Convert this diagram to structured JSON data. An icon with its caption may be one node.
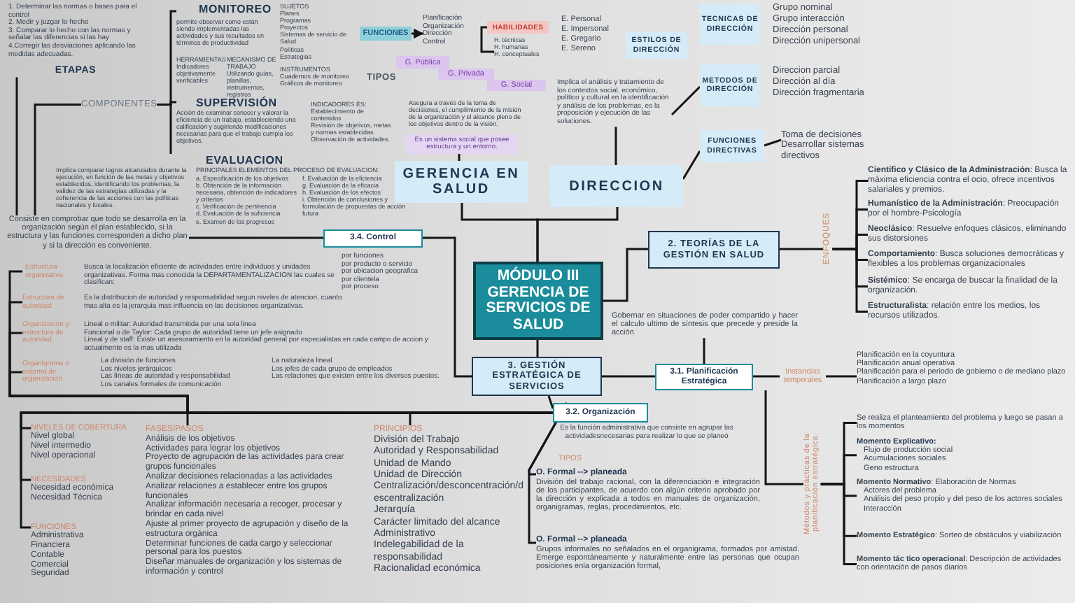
{
  "diagram": {
    "nodes": [
      {
        "text": [
          "MÓDULO III GERENCIA DE SERVICIOS DE SALUD"
        ]
      },
      {
        "text": [
          "GERENCIA EN SALUD"
        ]
      },
      {
        "text": [
          "DIRECCION"
        ]
      },
      {
        "text": [
          "2. TEORÍAS DE LA GESTIÓN EN SALUD"
        ]
      },
      {
        "text": [
          "3. GESTIÓN ESTRATÉGICA DE SERVICIOS"
        ]
      },
      {
        "text": [
          "3.4. Control"
        ]
      },
      {
        "text": [
          "3.1. Planificación Estratégica"
        ]
      },
      {
        "text": [
          "3.2. Organización"
        ],
        "beside": [
          "Es la función administrativa que consiste en agrupar las actividadesnecesarias para realizar lo que se planeó"
        ]
      },
      {
        "text": [
          "FUNCIONES"
        ]
      },
      {
        "text": [
          "Planificación",
          "Organización",
          "Dirección",
          "Control"
        ]
      },
      {
        "text": [
          "HABILIDADES"
        ]
      },
      {
        "text": [
          "H. técnicas",
          "H. humanas",
          "H. conceptuales"
        ]
      },
      {
        "text": [
          "G. Pública"
        ]
      },
      {
        "text": [
          "G. Privada"
        ]
      },
      {
        "text": [
          "G. Social"
        ]
      },
      {
        "text": [
          "Es un sistema social que posee estructura y un entorno."
        ],
        "beside": [
          "Asegura a través de la toma de decisiones, el cumplimiento de la misión de la organización y el alcance pleno de los objetivos dentro de la visión."
        ]
      },
      {
        "text": [
          "ESTILOS DE DIRECCIÓN"
        ],
        "beside": [
          "E. Personal",
          "E. Impersonal",
          "E. Gregario",
          "E. Sereno"
        ]
      },
      {
        "text": [
          "Implica el análisis y tratamiento de los contextos social, económico, político y cultural en la identificación y análisis de los problemas, es la proposición y ejecución de las soluciones."
        ]
      },
      {
        "text": [
          "TECNICAS DE DIRECCIÓN"
        ],
        "beside": [
          "Grupo nominal",
          "Grupo interacción",
          "Dirección personal",
          "Dirección unipersonal"
        ]
      },
      {
        "text": [
          "METODOS DE DIRECCIÓN"
        ],
        "beside": [
          "Direccion parcial",
          "Dirección al día",
          "Dirección fragmentaria"
        ]
      },
      {
        "text": [
          "FUNCIONES DIRECTIVAS"
        ]
      },
      {
        "text": [
          "Toma de decisiones",
          "Desarrollar sistemas directivos"
        ]
      },
      {
        "text": [
          "ENFOQUES"
        ]
      },
      {
        "text": [
          "**Científico y Clásico de la Administración**: Busca la máxima eficiencia contra el ocio, ofrece incentivos salariales y premios."
        ]
      },
      {
        "text": [
          "**Humanístico de la Administración**: Preocupación por el hombre-Psicología"
        ]
      },
      {
        "text": [
          "**Neoclásico**: Resuelve enfoques clásicos, eliminando sus distorsiones"
        ]
      },
      {
        "text": [
          "**Comportamiento**: Busca soluciones democráticas y flexibles a los problemas organizacionales"
        ]
      },
      {
        "text": [
          "**Sistémico**: Se encarga de buscar la finalidad de la organización."
        ]
      },
      {
        "text": [
          "**Estructuralista**: relación entre los medios, los recursos utilizados."
        ]
      },
      {
        "text": [
          "Gobernar en situaciones de poder compartido y hacer el calculo ultimo de síntesis que precede y preside la acción"
        ]
      },
      {
        "text": [
          "Instancias temporales"
        ]
      },
      {
        "text": [
          "Planificación en la coyuntura",
          "Planificación anual operativa",
          "Planificación para el periodo de gobierno o de mediano plazo",
          "Planificación a largo plazo"
        ]
      },
      {
        "text": [
          "Métodos y prácticas de la planificación estratégica"
        ]
      },
      {
        "text": [
          "Se realiza el planteamiento del problema y luego se pasan a los momentos"
        ]
      },
      {
        "text": [
          "Momento Explicativo:",
          "Flujo de producción social",
          "Acumulaciones sociales",
          "Geno estructura"
        ]
      },
      {
        "text": [
          "**Momento Normativo**: Elaboración de Normas",
          "Actores del problema",
          "Análisis del peso propio y del peso de los actores sociales",
          "Interacción"
        ]
      },
      {
        "text": [
          "**Momento Estratégico**: Sorteo de obstáculos y viabilización"
        ]
      },
      {
        "text": [
          "**Momento tác tico operacional**: Descripción de actividades con orientación de pasos diarios"
        ]
      },
      {
        "text": [
          "O. Formal --> planeada",
          "División del trabajo racional, con la diferenciación e integración de los participantes, de acuerdo con algún criterio aprobado por la dirección y explicada a todos en manuales de organización, organigramas, reglas, procedimientos, etc."
        ]
      },
      {
        "text": [
          "O. Formal --> planeada",
          "Grupos informales no señalados en el organigrama, formados por amistad. Emerge espontáneamente y naturalmente entre las personas que ocupan posiciones enla organización formal,"
        ]
      },
      {
        "text": [
          "PRINCIPIOS",
          "División del Trabajo",
          "Autoridad y Responsabilidad",
          "Unidad de Mando",
          "Unidad de Dirección",
          "Centralización/desconcentración/descentralización",
          "Jerarquía",
          "Carácter limitado del alcance Administrativo",
          "Indelegabilidad de la responsabilidad",
          "Racionalidad económica"
        ]
      },
      {
        "text": [
          "FASES/PASOS",
          "Análisis de los objetivos",
          "Actividades para lograr los objetivos",
          "Proyecto de agrupación de las actividades para crear grupos funcionales",
          "Analizar decisiones relacionadas a las actividades",
          "Analizar relaciones a establecer entre los grupos funcionales",
          "Analizar información necesaria a recoger, procesar y brindar en cada nivel",
          "Ajuste al primer proyecto de agrupación y diseño de la estructura orgánica",
          "Determinar funciones de cada cargo y seleccionar personal para los puestos",
          "Diseñar manuales de organización y los sistemas de información y control"
        ]
      },
      {
        "text": [
          "NIVELES DE COBERTURA",
          "Nivel global",
          "Nivel intermedio",
          "Nivel operacional"
        ]
      },
      {
        "text": [
          "NECESIDADES",
          "Necesidad económica",
          "Necesidad Técnica"
        ]
      },
      {
        "text": [
          "FUNCIONES",
          "Administrativa",
          "Financiera",
          "Contable",
          "Comercial",
          "Seguridad"
        ]
      },
      {
        "text": [
          "Estructura organizativa",
          "Busca la localización eficiente de actividades entre individuos y unidades organizativas. Forma mas conocida la DEPARTAMENTALIZACION las cuales se clasifican:",
          "por funciones",
          "por producto o servicio",
          "por ubicacion geografica",
          "por clientela",
          "por proceso"
        ]
      },
      {
        "text": [
          "Estructura de autoridad",
          "Es la distribucion de autoridad y responsabilidad segun niveles de atencion, cuanto mas alta es la jerarquia mas influencia en las decisiones organizativas."
        ]
      },
      {
        "text": [
          "Organización y estructura de autoridad",
          "Lineal o militar: Autoridad transmitida por una sola linea",
          "Funcional o de Taylor: Cada grupo de autoridad tiene un jefe asignado",
          "Lineal y de staff: Existe un asesoramiento en la autoridad general por especialistas en cada campo de accion y actualmente es la mas utilizada"
        ]
      },
      {
        "text": [
          "Organigrama o sistema de organización",
          "La división de funciones",
          "Los niveles jerárquicos",
          "Las líneas de autoridad y responsabilidad",
          "Los canales formales de comunicación",
          "La naturaleza lineal",
          "Los jefes de cada grupo de empleados",
          "Las relaciones que existen entre los diversos puestos."
        ]
      },
      {
        "text": [
          "Consiste en comprobar que todo se desarrolla en la organización según el plan establecido, si la estructura y las funciones corresponden a dicho plan y si la dirección es conveniente."
        ]
      },
      {
        "text": [
          "1. Determinar las normas o bases para el control",
          "2. Medir y juzgar lo hecho",
          "3. Comparar lo hecho con las normas y señalar las diferencias si las hay",
          "4.Corregir las desviaciones aplicando las medidas adecuadas.",
          "ETAPAS"
        ]
      },
      {
        "text": [
          "COMPONENTES"
        ]
      },
      {
        "text": [
          "MONITOREO",
          "permite observar como están siendo implementadas las actividades y sus resultados en términos de productividad",
          "HERRAMIENTAS Indicadores objetivamente verificables",
          "MECANISMO DE TRABAJO Utilizando guías, planillas, instrumentos, registros",
          "SUJETOS",
          "Planes",
          "Programas",
          "Proyectos",
          "Sistemas de servicio de Salud",
          "Políticas",
          "Estrategias",
          "INSTRUMENTOS",
          "Cuadernos de monitoreo",
          "Gráficos de monitoreo"
        ]
      },
      {
        "text": [
          "SUPERVISIÓN",
          "Acción de examinar conocer y valorar la eficiencia de un trabajo, estableciendo una calificación y sugiriendo modificaciones necesarias para que el trabajo cumpla los objetivos.",
          "INDICADORES ES:",
          "Establecimiento de contenidos",
          "Revisión de objetivos, metas y normas establecidas.",
          "Observación de actividades."
        ]
      },
      {
        "text": [
          "EVALUACION",
          "Implica comparar logros alcanzados durante la ejecución, en función de las metas y objetivos establecidos, identificando los problemas, la validez de las estrategias utilizadas y la coherencia de las acciones con las políticas nacionales y locales.",
          "PRINCIPALES ELEMENTOS DEL PROCESO DE EVALUACION:",
          "a. Especificación de los objetivos",
          "b. Obtención de la información necesaria, obtención de indicadores y criterios",
          "c. Verificación de pertinencia",
          "d. Evaluación de la suficiencia",
          "e. Examen de los progresos",
          "f. Evaluación de la eficiencia",
          "g. Evaluación de la eficacia",
          "h. Evaluación de los efectos",
          "i. Obtención de conclusiones y formulación de propuestas de acción futura"
        ]
      }
    ],
    "edges": [
      {
        "from": 1,
        "to": 0,
        "arrow": "none"
      },
      {
        "from": 2,
        "to": 0,
        "arrow": "none"
      },
      {
        "from": 0,
        "to": 3,
        "arrow": "none"
      },
      {
        "from": 0,
        "to": 4,
        "arrow": "none"
      },
      {
        "from": 5,
        "to": 4,
        "arrow": "none"
      },
      {
        "from": 4,
        "to": 6,
        "arrow": "none"
      },
      {
        "from": 7,
        "to": 4,
        "arrow": "none"
      },
      {
        "from": 15,
        "to": 1,
        "arrow": "none"
      },
      {
        "from": 8,
        "to": 9,
        "arrow": "to"
      },
      {
        "from": 10,
        "to": 11,
        "arrow": "none"
      },
      {
        "from": 17,
        "to": 2,
        "arrow": "none"
      },
      {
        "from": 19,
        "to": 17,
        "arrow": "none"
      },
      {
        "from": 20,
        "to": 2,
        "arrow": "none"
      },
      {
        "from": 21,
        "to": 20,
        "arrow": "none"
      },
      {
        "from": 3,
        "to": 22,
        "arrow": "none"
      },
      {
        "from": 22,
        "to": 23,
        "arrow": "none"
      },
      {
        "from": 22,
        "to": 24,
        "arrow": "none"
      },
      {
        "from": 22,
        "to": 25,
        "arrow": "none"
      },
      {
        "from": 22,
        "to": 26,
        "arrow": "none"
      },
      {
        "from": 22,
        "to": 27,
        "arrow": "none"
      },
      {
        "from": 22,
        "to": 28,
        "arrow": "none"
      },
      {
        "from": 29,
        "to": 6,
        "arrow": "none"
      },
      {
        "from": 6,
        "to": 30,
        "arrow": "none"
      },
      {
        "from": 30,
        "to": 31,
        "arrow": "none"
      },
      {
        "from": 6,
        "to": 32,
        "arrow": "none"
      },
      {
        "from": 32,
        "to": 33,
        "arrow": "none"
      },
      {
        "from": 32,
        "to": 34,
        "arrow": "none"
      },
      {
        "from": 32,
        "to": 35,
        "arrow": "none"
      },
      {
        "from": 32,
        "to": 36,
        "arrow": "none"
      },
      {
        "from": 32,
        "to": 37,
        "arrow": "none"
      },
      {
        "from": 38,
        "to": 7,
        "arrow": "none"
      },
      {
        "from": 39,
        "to": 7,
        "arrow": "none"
      },
      {
        "from": 7,
        "to": 40,
        "arrow": "none"
      },
      {
        "from": 7,
        "to": 41,
        "arrow": "none"
      },
      {
        "from": 7,
        "to": 42,
        "arrow": "none"
      },
      {
        "from": 7,
        "to": 43,
        "arrow": "none"
      },
      {
        "from": 7,
        "to": 44,
        "arrow": "none"
      },
      {
        "from": 45,
        "to": 7,
        "arrow": "none"
      },
      {
        "from": 46,
        "to": 7,
        "arrow": "none"
      },
      {
        "from": 47,
        "to": 7,
        "arrow": "none"
      },
      {
        "from": 48,
        "to": 7,
        "arrow": "none"
      },
      {
        "from": 49,
        "to": 5,
        "arrow": "none"
      },
      {
        "from": 50,
        "to": 49,
        "arrow": "none"
      },
      {
        "from": 51,
        "to": 49,
        "arrow": "none"
      },
      {
        "from": 52,
        "to": 51,
        "arrow": "none"
      },
      {
        "from": 53,
        "to": 51,
        "arrow": "none"
      },
      {
        "from": 54,
        "to": 51,
        "arrow": "none"
      }
    ],
    "labels": [
      "TIPOS",
      "TIPOS"
    ]
  }
}
